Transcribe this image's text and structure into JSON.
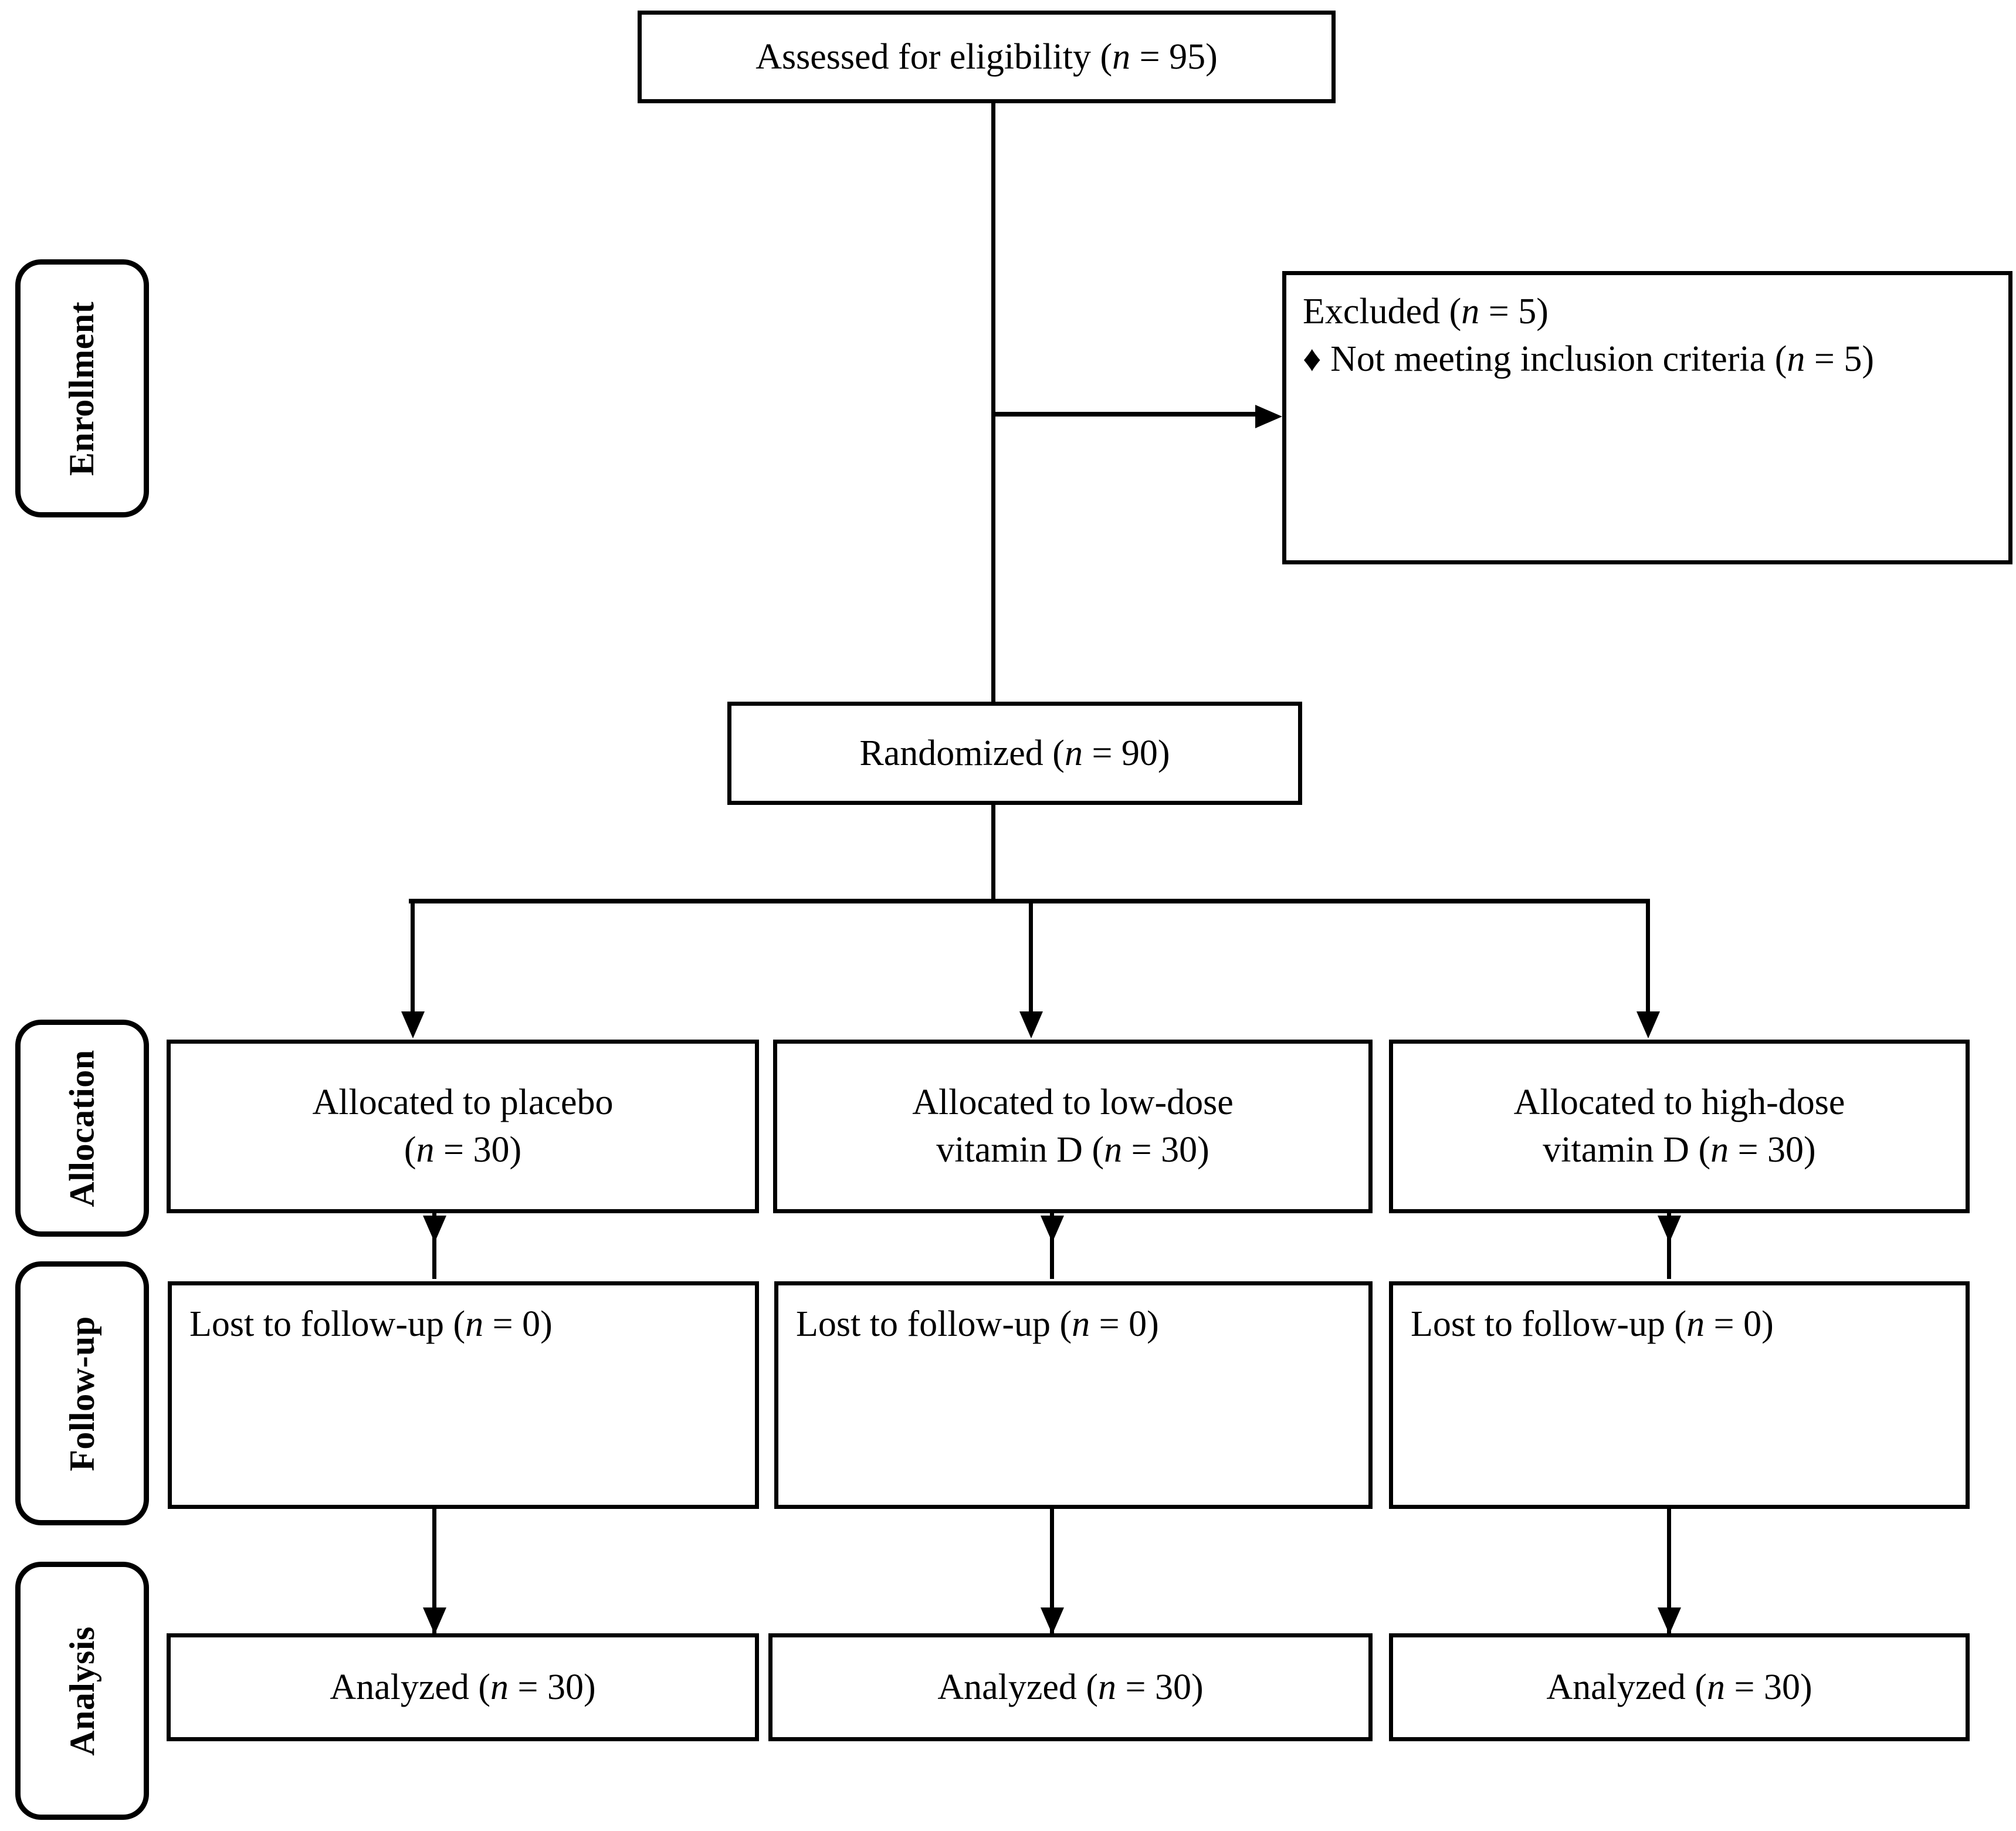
{
  "figure": {
    "type": "CONSORT participant flow diagram",
    "stages": [
      {
        "id": "enrollment",
        "label": "Enrollment"
      },
      {
        "id": "allocation",
        "label": "Allocation"
      },
      {
        "id": "followup",
        "label": "Follow-up"
      },
      {
        "id": "analysis",
        "label": "Analysis"
      }
    ],
    "nodes": {
      "assessed": {
        "label": "Assessed for eligibility (n = 95)",
        "prefix": "Assessed for eligibility (",
        "italic": "n",
        "suffix": " = 95)",
        "count": 95
      },
      "excluded": {
        "line1_prefix": "Excluded (",
        "line1_italic": "n",
        "line1_suffix": " = 5)",
        "bullet_glyph": "♦",
        "line2_prefix": " Not meeting inclusion criteria (",
        "line2_italic": "n",
        "line2_suffix": " = 5)",
        "count": 5,
        "reason": "Not meeting inclusion criteria"
      },
      "randomized": {
        "prefix": "Randomized (",
        "italic": "n",
        "suffix": " = 90)",
        "count": 90
      },
      "alloc_placebo": {
        "line1": "Allocated to placebo",
        "line2_prefix": "(",
        "line2_italic": "n",
        "line2_suffix": " = 30)",
        "count": 30
      },
      "alloc_low": {
        "line1": "Allocated to low-dose",
        "line2_prefix": "vitamin D (",
        "line2_italic": "n",
        "line2_suffix": " = 30)",
        "count": 30
      },
      "alloc_high": {
        "line1": "Allocated to high-dose",
        "line2_prefix": "vitamin D (",
        "line2_italic": "n",
        "line2_suffix": " = 30)",
        "count": 30
      },
      "lost_placebo": {
        "prefix": "Lost to follow-up (",
        "italic": "n",
        "suffix": " = 0)",
        "count": 0
      },
      "lost_low": {
        "prefix": "Lost to follow-up (",
        "italic": "n",
        "suffix": " = 0)",
        "count": 0
      },
      "lost_high": {
        "prefix": "Lost to follow-up (",
        "italic": "n",
        "suffix": " = 0)",
        "count": 0
      },
      "analyzed_placebo": {
        "prefix": "Analyzed (",
        "italic": "n",
        "suffix": " = 30)",
        "count": 30
      },
      "analyzed_low": {
        "prefix": "Analyzed (",
        "italic": "n",
        "suffix": " = 30)",
        "count": 30
      },
      "analyzed_high": {
        "prefix": "Analyzed (",
        "italic": "n",
        "suffix": " = 30)",
        "count": 30
      }
    },
    "colors": {
      "stroke": "#000000",
      "background": "#ffffff",
      "text": "#000000"
    }
  }
}
